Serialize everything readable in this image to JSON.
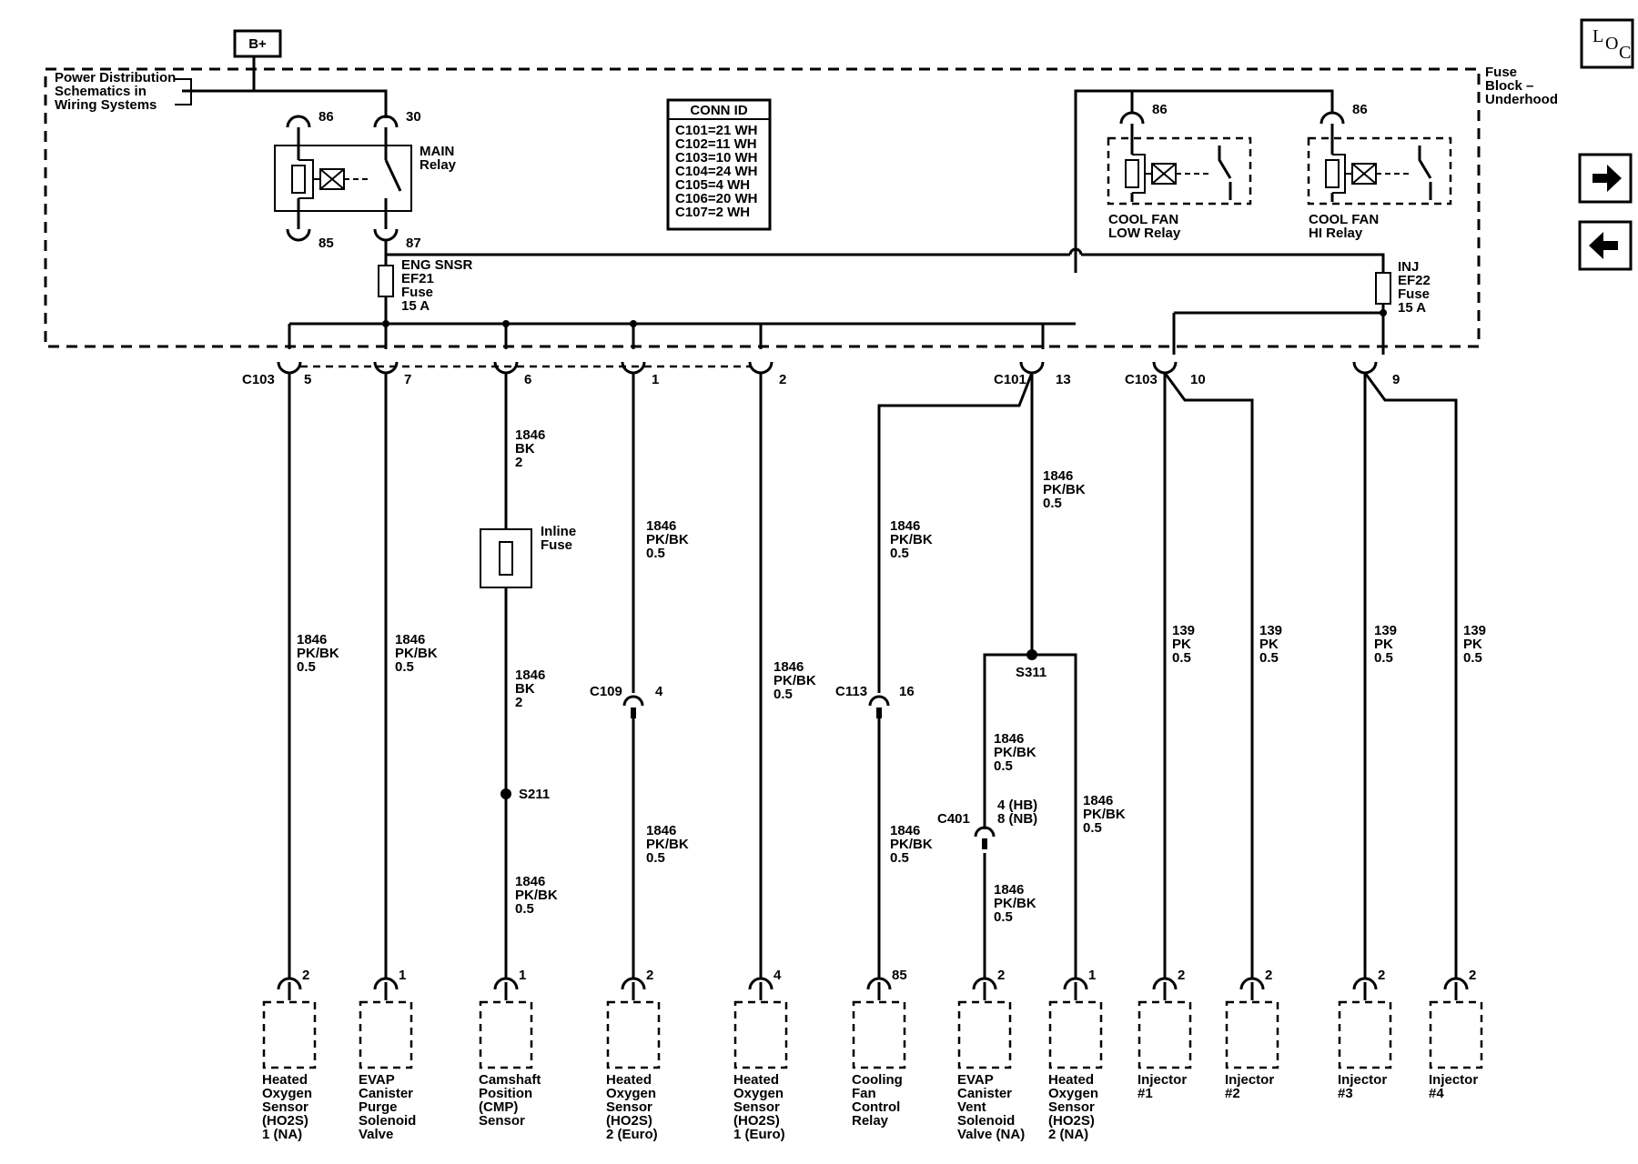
{
  "power": {
    "b_plus": "B+",
    "schematic_ref": [
      "Power Distribution",
      "Schematics in",
      "Wiring Systems"
    ],
    "fuse_block": [
      "Fuse",
      "Block –",
      "Underhood"
    ]
  },
  "main_relay": {
    "label": [
      "MAIN",
      "Relay"
    ],
    "pin86": "86",
    "pin85": "85",
    "pin30": "30",
    "pin87": "87"
  },
  "conn_id": {
    "header": "CONN ID",
    "rows": [
      "C101=21 WH",
      "C102=11 WH",
      "C103=10 WH",
      "C104=24 WH",
      "C105=4 WH",
      "C106=20 WH",
      "C107=2 WH"
    ]
  },
  "cool_fan_low": {
    "label": [
      "COOL FAN",
      "LOW Relay"
    ],
    "pin": "86"
  },
  "cool_fan_hi": {
    "label": [
      "COOL FAN",
      "HI Relay"
    ],
    "pin": "86"
  },
  "fuse_ef21": {
    "label": [
      "ENG SNSR",
      "EF21",
      "Fuse",
      "15 A"
    ]
  },
  "fuse_ef22": {
    "label": [
      "INJ",
      "EF22",
      "Fuse",
      "15 A"
    ]
  },
  "connectors": {
    "c103_a": "C103",
    "c101": "C101",
    "c103_b": "C103",
    "pins": [
      "5",
      "7",
      "6",
      "1",
      "2",
      "13",
      "10",
      "9"
    ]
  },
  "wires": {
    "w_ho2s_na1": [
      "1846",
      "PK/BK",
      "0.5"
    ],
    "w_evap_purge": [
      "1846",
      "PK/BK",
      "0.5"
    ],
    "w_cmp_upper": [
      "1846",
      "BK",
      "2"
    ],
    "w_cmp_mid": [
      "1846",
      "BK",
      "2"
    ],
    "w_cmp_lower": [
      "1846",
      "PK/BK",
      "0.5"
    ],
    "w_ho2s_euro2_upper": [
      "1846",
      "PK/BK",
      "0.5"
    ],
    "w_ho2s_euro2_lower": [
      "1846",
      "PK/BK",
      "0.5"
    ],
    "w_ho2s_euro1": [
      "1846",
      "PK/BK",
      "0.5"
    ],
    "w_cool_upper": [
      "1846",
      "PK/BK",
      "0.5"
    ],
    "w_cool_lower": [
      "1846",
      "PK/BK",
      "0.5"
    ],
    "w_c101_down": [
      "1846",
      "PK/BK",
      "0.5"
    ],
    "w_evap_vent_upper": [
      "1846",
      "PK/BK",
      "0.5"
    ],
    "w_evap_vent_lower": [
      "1846",
      "PK/BK",
      "0.5"
    ],
    "w_ho2s_na2": [
      "1846",
      "PK/BK",
      "0.5"
    ],
    "w_inj1": [
      "139",
      "PK",
      "0.5"
    ],
    "w_inj2": [
      "139",
      "PK",
      "0.5"
    ],
    "w_inj3": [
      "139",
      "PK",
      "0.5"
    ],
    "w_inj4": [
      "139",
      "PK",
      "0.5"
    ]
  },
  "inline_fuse": [
    "Inline",
    "Fuse"
  ],
  "splices": {
    "s211": "S211",
    "s311": "S311"
  },
  "inline_connectors": {
    "c109": {
      "name": "C109",
      "pin": "4"
    },
    "c113": {
      "name": "C113",
      "pin": "16"
    },
    "c401": {
      "name": "C401",
      "pin": [
        "4 (HB)",
        "8 (NB)"
      ]
    }
  },
  "components": [
    {
      "pin": "2",
      "label": [
        "Heated",
        "Oxygen",
        "Sensor",
        "(HO2S)",
        "1 (NA)"
      ]
    },
    {
      "pin": "1",
      "label": [
        "EVAP",
        "Canister",
        "Purge",
        "Solenoid",
        "Valve"
      ]
    },
    {
      "pin": "1",
      "label": [
        "Camshaft",
        "Position",
        "(CMP)",
        "Sensor"
      ]
    },
    {
      "pin": "2",
      "label": [
        "Heated",
        "Oxygen",
        "Sensor",
        "(HO2S)",
        "2 (Euro)"
      ]
    },
    {
      "pin": "4",
      "label": [
        "Heated",
        "Oxygen",
        "Sensor",
        "(HO2S)",
        "1 (Euro)"
      ]
    },
    {
      "pin": "85",
      "label": [
        "Cooling",
        "Fan",
        "Control",
        "Relay"
      ]
    },
    {
      "pin": "2",
      "label": [
        "EVAP",
        "Canister",
        "Vent",
        "Solenoid",
        "Valve (NA)"
      ]
    },
    {
      "pin": "1",
      "label": [
        "Heated",
        "Oxygen",
        "Sensor",
        "(HO2S)",
        "2 (NA)"
      ]
    },
    {
      "pin": "2",
      "label": [
        "Injector",
        "#1"
      ]
    },
    {
      "pin": "2",
      "label": [
        "Injector",
        "#2"
      ]
    },
    {
      "pin": "2",
      "label": [
        "Injector",
        "#3"
      ]
    },
    {
      "pin": "2",
      "label": [
        "Injector",
        "#4"
      ]
    }
  ],
  "nav": {
    "loc_icon": "loc-icon",
    "next_icon": "arrow-right-icon",
    "prev_icon": "arrow-left-icon"
  }
}
